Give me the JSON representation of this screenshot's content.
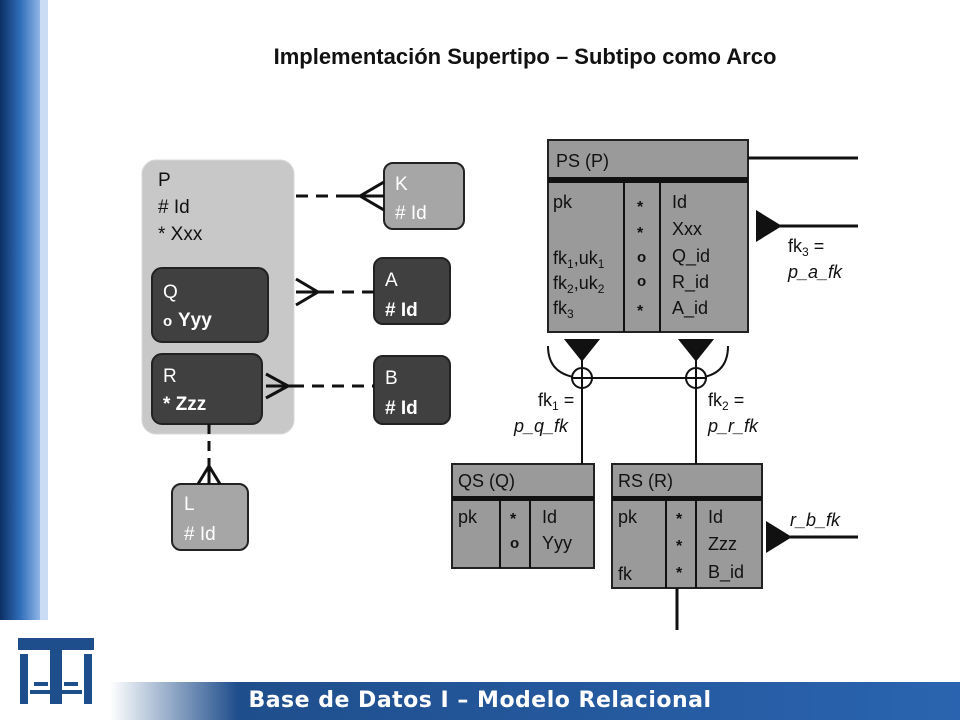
{
  "slide": {
    "title": "Implementación Supertipo – Subtipo como Arco",
    "footer": "Base de Datos I – Modelo Relacional"
  },
  "colors": {
    "light_box": "#a6a6a6",
    "dark_box": "#404040",
    "supertype_bg": "#c8c8c8",
    "table_bg": "#9a9a9a",
    "footer_blue": "#1f4e8c",
    "white": "#ffffff",
    "black": "#000000"
  },
  "entities": {
    "P": {
      "name": "P",
      "attr1": "# Id",
      "attr2": "* Xxx"
    },
    "Q": {
      "name": "Q",
      "attr_mark": "o",
      "attr_text": "Yyy"
    },
    "R": {
      "name": "R",
      "attr": "* Zzz"
    },
    "K": {
      "name": "K",
      "attr": "# Id"
    },
    "A": {
      "name": "A",
      "attr": "# Id"
    },
    "B": {
      "name": "B",
      "attr": "# Id"
    },
    "L": {
      "name": "L",
      "attr": "# Id"
    }
  },
  "tables": {
    "PS": {
      "title": "PS (P)",
      "keys": {
        "pk": "pk",
        "fk1_base": "fk",
        "fk1_sub": "1",
        "uk1_base": ",uk",
        "uk1_sub": "1",
        "fk2_base": "fk",
        "fk2_sub": "2",
        "uk2_base": ",uk",
        "uk2_sub": "2",
        "fk3_base": "fk",
        "fk3_sub": "3"
      },
      "marks": [
        "*",
        "*",
        "o",
        "o",
        "*"
      ],
      "columns": [
        "Id",
        "Xxx",
        "Q_id",
        "R_id",
        "A_id"
      ]
    },
    "QS": {
      "title": "QS (Q)",
      "keys": [
        "pk"
      ],
      "marks": [
        "*",
        "o"
      ],
      "columns": [
        "Id",
        "Yyy"
      ]
    },
    "RS": {
      "title": "RS (R)",
      "keys": [
        "pk",
        "fk"
      ],
      "marks": [
        "*",
        "*",
        "*"
      ],
      "columns": [
        "Id",
        "Zzz",
        "B_id"
      ]
    }
  },
  "constraints": {
    "fk3": {
      "base": "fk",
      "sub": "3",
      "eq": " =",
      "name": "p_a_fk"
    },
    "fk1": {
      "base": "fk",
      "sub": "1",
      "eq": " =",
      "name": "p_q_fk"
    },
    "fk2": {
      "base": "fk",
      "sub": "2",
      "eq": " =",
      "name": "p_r_fk"
    },
    "rb": {
      "name": "r_b_fk"
    }
  }
}
